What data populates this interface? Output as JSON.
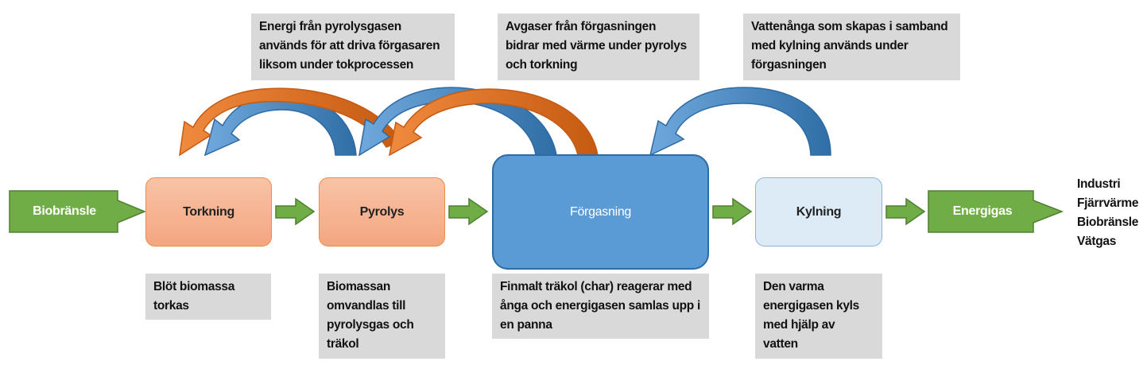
{
  "inputs": {
    "biobransle": "Biobränsle"
  },
  "processes": {
    "torkning": "Torkning",
    "pyrolys": "Pyrolys",
    "forgasning": "Förgasning",
    "kylning": "Kylning"
  },
  "product": {
    "energigas": "Energigas"
  },
  "outputs": [
    "Industri",
    "Fjärrvärme",
    "Biobränsle",
    "Vätgas"
  ],
  "top_notes": {
    "pyrolysgas": "Energi från pyrolysgasen\nanvänds för att driva förgasaren\nliksom under tokprocessen",
    "avgaser": "Avgaser från förgasningen\nbidrar med värme under pyrolys\noch torkning",
    "vattenanga": "Vattenånga som skapas i samband\nmed kylning  används under\nförgasningen"
  },
  "bottom_notes": {
    "torkning": "Blöt biomassa\ntorkas",
    "pyrolys": "Biomassan\nomvandlas till\npyrolysgas och\nträkol",
    "forgasning": "Finmalt träkol (char) reagerar med\nånga och energigasen samlas upp i\nen panna",
    "kylning": "Den varma\nenergigasen kyls\nmed hjälp av\nvatten"
  },
  "colors": {
    "green_arrow": "#70ad47",
    "green_border": "#507e32",
    "orange_arrow": "#ed7d31",
    "blue_arrow": "#5b9bd5",
    "blue_dark": "#2e6aa3",
    "note_bg": "#d9d9d9"
  }
}
